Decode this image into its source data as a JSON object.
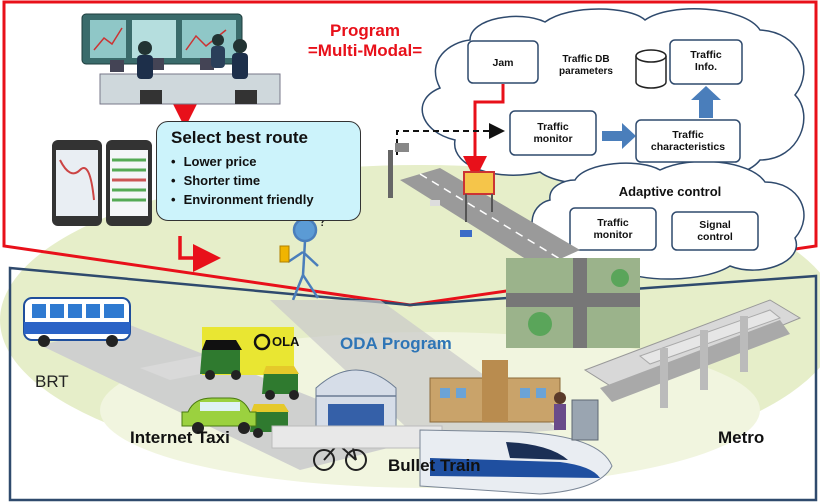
{
  "program": {
    "title_line1": "Program",
    "title_line2": "=Multi-Modal="
  },
  "traffic_cloud": {
    "jam": "Jam",
    "traffic_db": "Traffic DB\nparameters",
    "traffic_info": "Traffic\nInfo.",
    "traffic_monitor": "Traffic\nmonitor",
    "traffic_characteristics": "Traffic\ncharacteristics"
  },
  "adaptive_cloud": {
    "title": "Adaptive control",
    "traffic_monitor": "Traffic\nmonitor",
    "signal_control": "Signal\ncontrol"
  },
  "route_box": {
    "title": "Select best route",
    "items": [
      "Lower price",
      "Shorter time",
      "Environment friendly"
    ]
  },
  "oda": {
    "title": "ODA Program",
    "brt": "BRT",
    "internet_taxi": "Internet Taxi",
    "bullet_train": "Bullet Train",
    "metro": "Metro",
    "ola_logo": "OLA"
  },
  "colors": {
    "frame_red": "#e8101a",
    "frame_blue": "#2f4a6d",
    "oda_blue": "#2e75b6",
    "ground_green": "#e6eec9",
    "route_box_fill": "#ccf3fb",
    "arrow_blue": "#4a7ebb"
  }
}
